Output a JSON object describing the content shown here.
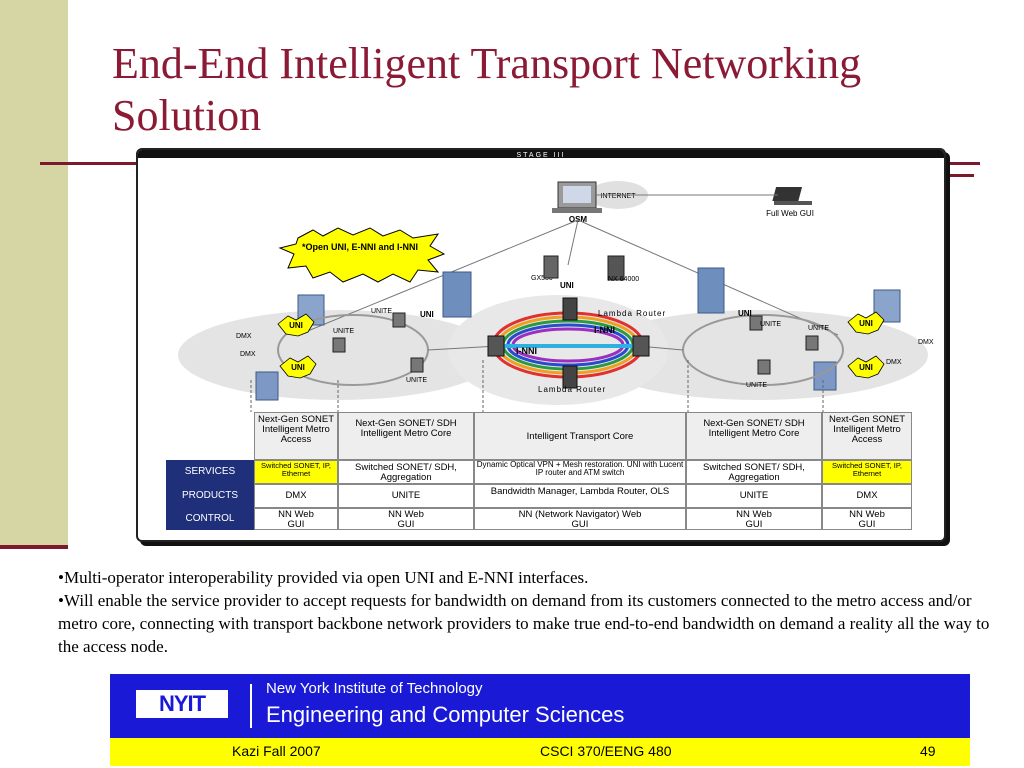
{
  "slide": {
    "title": "End-End Intelligent Transport Networking Solution",
    "bullets": [
      "•Multi-operator interoperability provided via open UNI and E-NNI interfaces.",
      "•Will enable the service provider to accept requests for bandwidth on demand from its customers connected to the metro access and/or metro core, connecting with transport backbone network providers to make true end-to-end bandwidth on demand a reality all the way to the access node."
    ]
  },
  "diagram": {
    "stage_label": "STAGE III",
    "labels": {
      "osm": "OSM",
      "internet": "INTERNET",
      "full_web_gui": "Full Web GUI",
      "burst": "*Open UNI, E-NNI and I-NNI",
      "gx550": "GX550",
      "nx64000": "NX 64000",
      "uni": "UNI",
      "unite": "UNITE",
      "dmx": "DMX",
      "lambda_router": "Lambda Router",
      "inni": "I-NNI"
    },
    "table": {
      "headers": [
        "Next-Gen SONET Intelligent Metro Access",
        "Next-Gen SONET/ SDH Intelligent Metro Core",
        "Intelligent Transport Core",
        "Next-Gen SONET/ SDH Intelligent Metro Core",
        "Next-Gen SONET Intelligent Metro Access"
      ],
      "rows": [
        {
          "label": "SERVICES",
          "cells": [
            "Switched SONET, IP, Ethernet",
            "Switched SONET/ SDH, Aggregation",
            "Dynamic Optical VPN + Mesh restoration. UNI with Lucent IP router and ATM switch",
            "Switched SONET/ SDH, Aggregation",
            "Switched SONET, IP, Ethernet"
          ]
        },
        {
          "label": "PRODUCTS",
          "cells": [
            "DMX",
            "UNITE",
            "Bandwidth Manager, Lambda Router, OLS",
            "UNITE",
            "DMX"
          ]
        },
        {
          "label": "CONTROL",
          "cells": [
            "NN Web GUI",
            "NN Web GUI",
            "NN (Network Navigator) Web GUI",
            "NN Web GUI",
            "NN Web GUI"
          ]
        }
      ]
    }
  },
  "footer": {
    "logo": "NYIT",
    "institution": "New York Institute of Technology",
    "department": "Engineering and Computer Sciences",
    "author_term": "Kazi   Fall 2007",
    "course": "CSCI 370/EENG 480",
    "page": "49"
  },
  "colors": {
    "title": "#8b1a35",
    "side_bar": "#d6d6a4",
    "footer_blue": "#1a1ad6",
    "footer_yellow": "#ffff00",
    "table_label_bg": "#1f2f7a",
    "highlight": "#ffff00"
  }
}
